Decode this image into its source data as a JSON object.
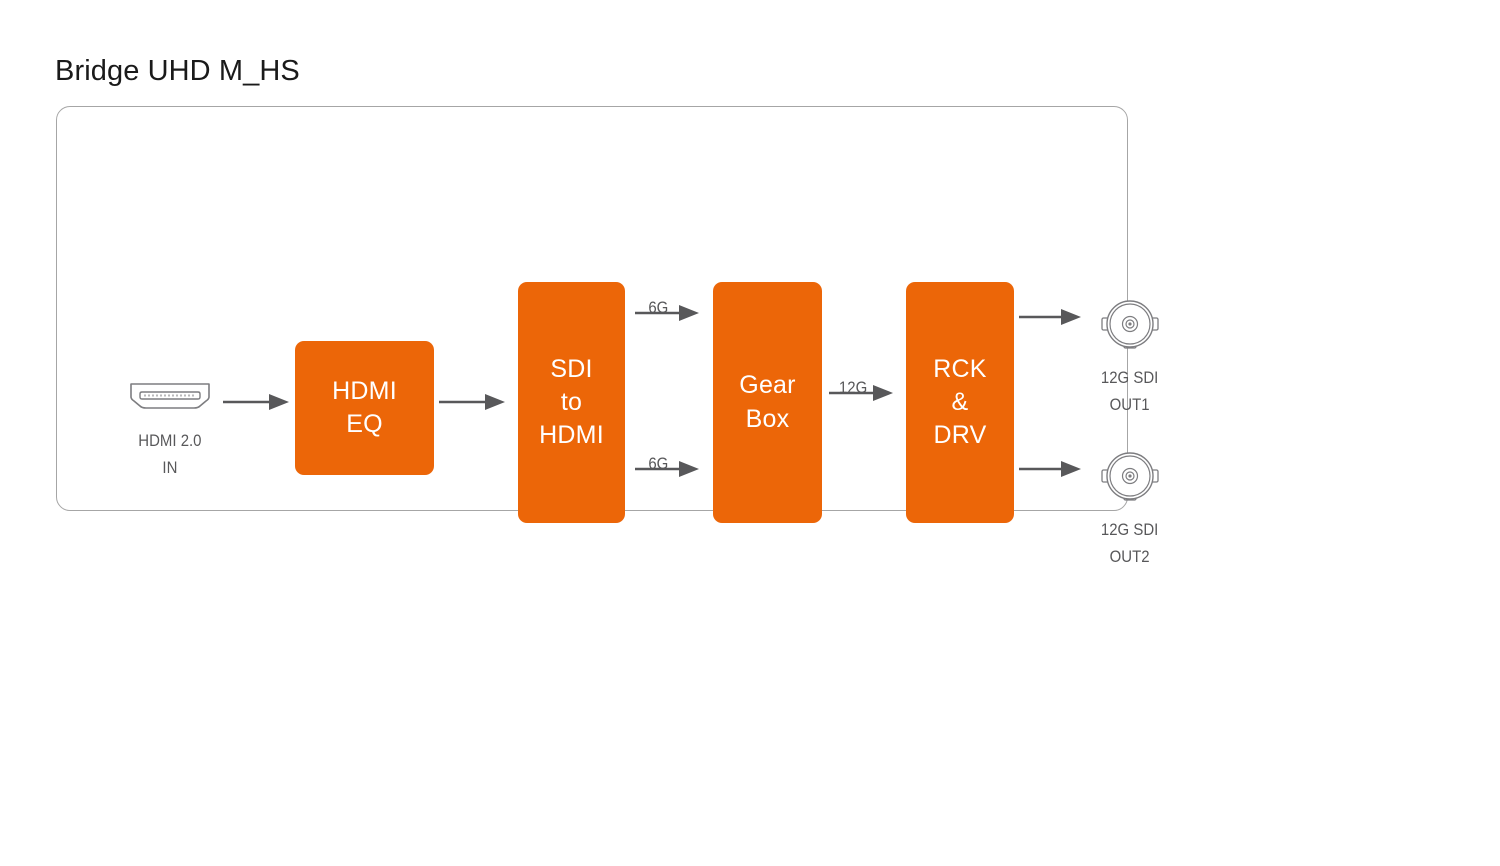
{
  "page": {
    "title": "Bridge UHD M_HS"
  },
  "diagram": {
    "type": "block-diagram",
    "accent_color": "#ec6608",
    "line_color": "#58585a",
    "frame_border_color": "#a6a6a6",
    "blocks": [
      {
        "id": "hdmi-eq",
        "label": "HDMI\nEQ"
      },
      {
        "id": "sdi-hdmi",
        "label": "SDI\nto\nHDMI"
      },
      {
        "id": "gear-box",
        "label": "Gear\nBox"
      },
      {
        "id": "rck-drv",
        "label": "RCK\n&\nDRV"
      }
    ],
    "ports": [
      {
        "id": "hdmi-in",
        "icon": "hdmi-connector-icon",
        "label": "HDMI 2.0\nIN"
      },
      {
        "id": "sdi-out1",
        "icon": "bnc-connector-icon",
        "label": "12G SDI\nOUT1"
      },
      {
        "id": "sdi-out2",
        "icon": "bnc-connector-icon",
        "label": "12G SDI\nOUT2"
      }
    ],
    "connections": [
      {
        "id": "hdmi-to-eq",
        "from": "hdmi-in",
        "to": "hdmi-eq",
        "tag": ""
      },
      {
        "id": "eq-to-sdi",
        "from": "hdmi-eq",
        "to": "sdi-hdmi",
        "tag": ""
      },
      {
        "id": "sdi-to-gb-1",
        "from": "sdi-hdmi",
        "to": "gear-box",
        "tag": "6G"
      },
      {
        "id": "sdi-to-gb-2",
        "from": "sdi-hdmi",
        "to": "gear-box",
        "tag": "6G"
      },
      {
        "id": "gb-to-rck",
        "from": "gear-box",
        "to": "rck-drv",
        "tag": "12G"
      },
      {
        "id": "rck-to-out1",
        "from": "rck-drv",
        "to": "sdi-out1",
        "tag": ""
      },
      {
        "id": "rck-to-out2",
        "from": "rck-drv",
        "to": "sdi-out2",
        "tag": ""
      }
    ],
    "tags": {
      "six_g_top": "6G",
      "six_g_bottom": "6G",
      "twelve_g": "12G"
    }
  }
}
